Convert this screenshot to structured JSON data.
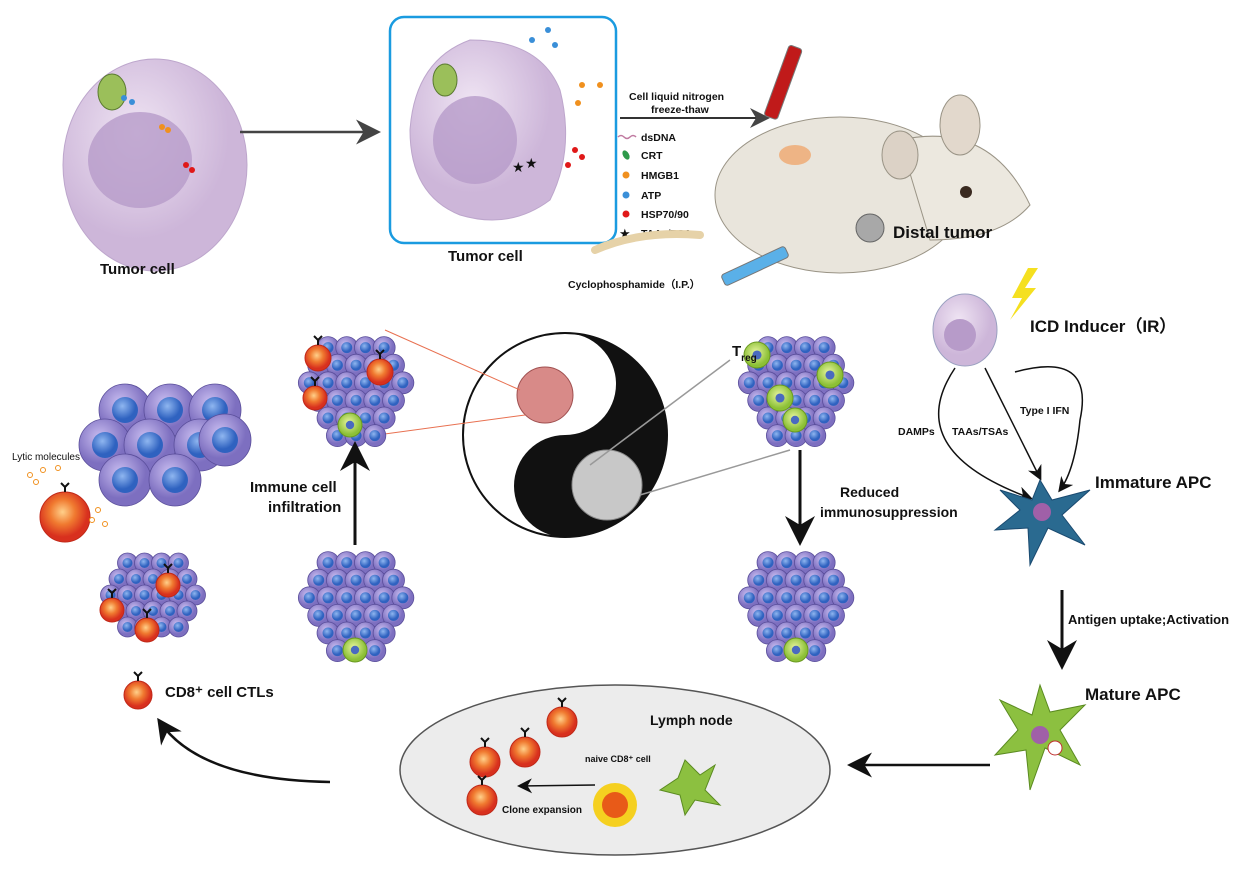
{
  "labels": {
    "tumor_cell_1": "Tumor cell",
    "tumor_cell_2": "Tumor cell",
    "freeze_line1": "Cell liquid nitrogen",
    "freeze_line2": "freeze-thaw",
    "cyclophosphamide": "Cyclophosphamide（I.P.）",
    "distal_tumor": "Distal tumor",
    "icd_inducer": "ICD Inducer（IR）",
    "damps": "DAMPs",
    "taas_tsas": "TAAs/TSAs",
    "type1_ifn": "Type I IFN",
    "immature_apc": "Immature APC",
    "antigen_uptake": "Antigen uptake;Activation",
    "mature_apc": "Mature APC",
    "lymph_node": "Lymph node",
    "naive_cd8": "naive CD8⁺ cell",
    "clone_expansion": "Clone expansion",
    "cd8_ctls": "CD8⁺ cell CTLs",
    "immune_infiltration_1": "Immune cell",
    "immune_infiltration_2": "infiltration",
    "reduced_1": "Reduced",
    "reduced_2": "immunosuppression",
    "treg_main": "T",
    "treg_sub": "reg",
    "lytic_molecules": "Lytic molecules"
  },
  "legend": [
    {
      "label": "dsDNA",
      "color": "#c07aa0",
      "shape": "wave"
    },
    {
      "label": "CRT",
      "color": "#2e9a4a",
      "shape": "leaf"
    },
    {
      "label": "HMGB1",
      "color": "#f0901e",
      "shape": "dot"
    },
    {
      "label": "ATP",
      "color": "#3a8fd8",
      "shape": "dot"
    },
    {
      "label": "HSP70/90",
      "color": "#e01818",
      "shape": "dot"
    },
    {
      "label": "TAAs/TSAs",
      "color": "#f05a1e",
      "shape": "star"
    }
  ],
  "colors": {
    "tumor_cell": "#dcc8e4",
    "nucleus": "#b79bc9",
    "box_border": "#1a9be0",
    "cluster_cell": "#8f84cc",
    "cluster_nucleus": "#4a7fd0",
    "ctl": "#e8452a",
    "treg": "#9ccc3c",
    "immature_apc": "#2a6a90",
    "mature_apc": "#8cc040",
    "lymph_node": "#ececec"
  }
}
